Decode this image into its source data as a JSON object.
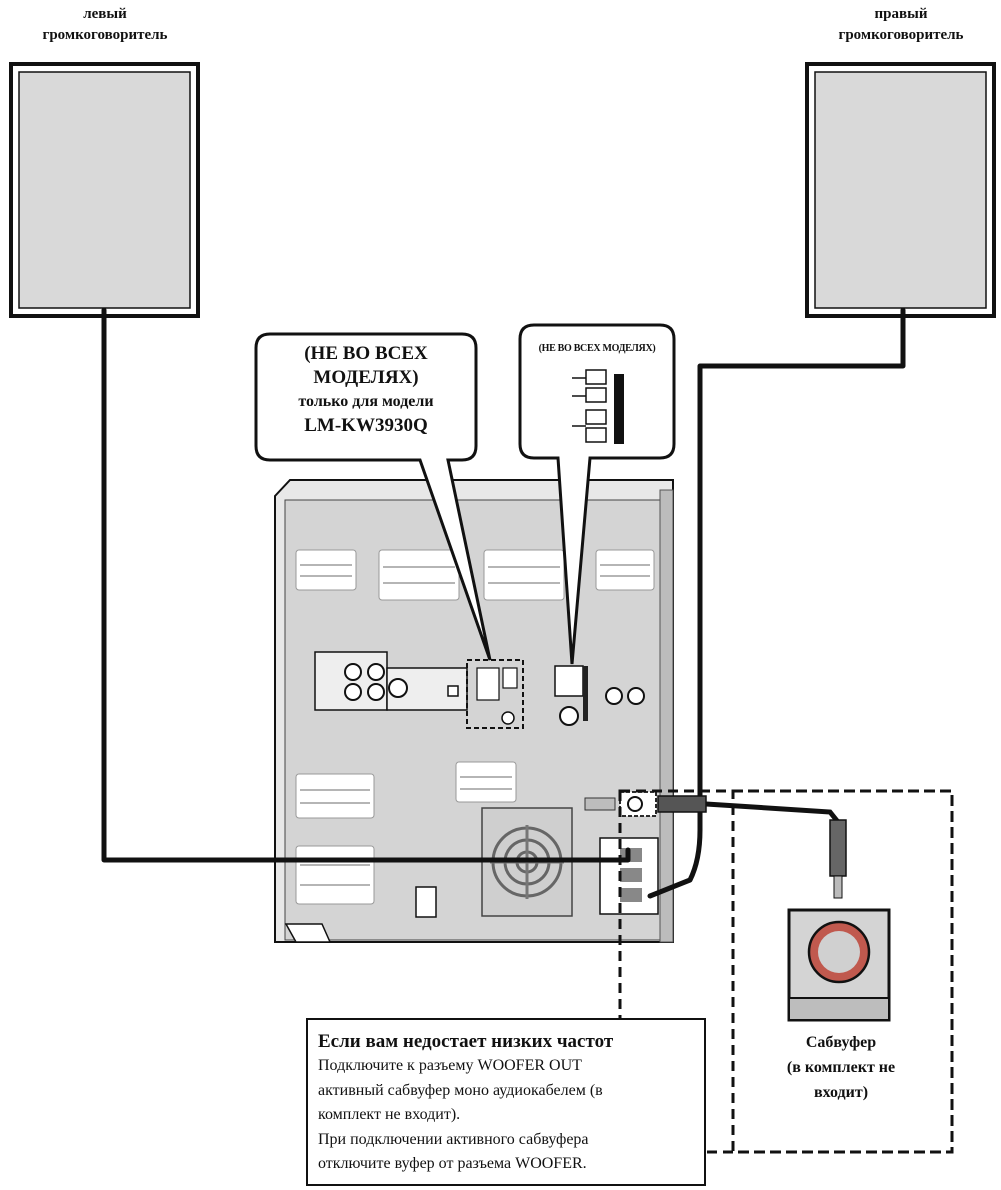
{
  "labels": {
    "left_speaker": [
      "левый",
      "громкоговоритель"
    ],
    "right_speaker": [
      "правый",
      "громкоговоритель"
    ]
  },
  "callouts": {
    "model_note": [
      "(НЕ ВО ВСЕХ",
      "МОДЕЛЯХ)",
      "только для модели",
      "LM-KW3930Q"
    ],
    "antenna_note": "(НЕ ВО ВСЕХ МОДЕЛЯХ)"
  },
  "subwoofer": {
    "label": [
      "Сабвуфер",
      "(в комплект не",
      "входит)"
    ]
  },
  "note": {
    "title": "Если вам недостает низких частот",
    "lines": [
      "Подключите к разъему WOOFER OUT",
      "активный сабвуфер моно аудиокабелем (в",
      "комплект не входит).",
      "При подключении активного сабвуфера",
      "отключите вуфер от разъема WOOFER."
    ]
  },
  "colors": {
    "ink": "#111111",
    "panel": "#d8d8d8",
    "speaker_face": "#d9d9d9",
    "sub_ring": "#c0594e"
  }
}
